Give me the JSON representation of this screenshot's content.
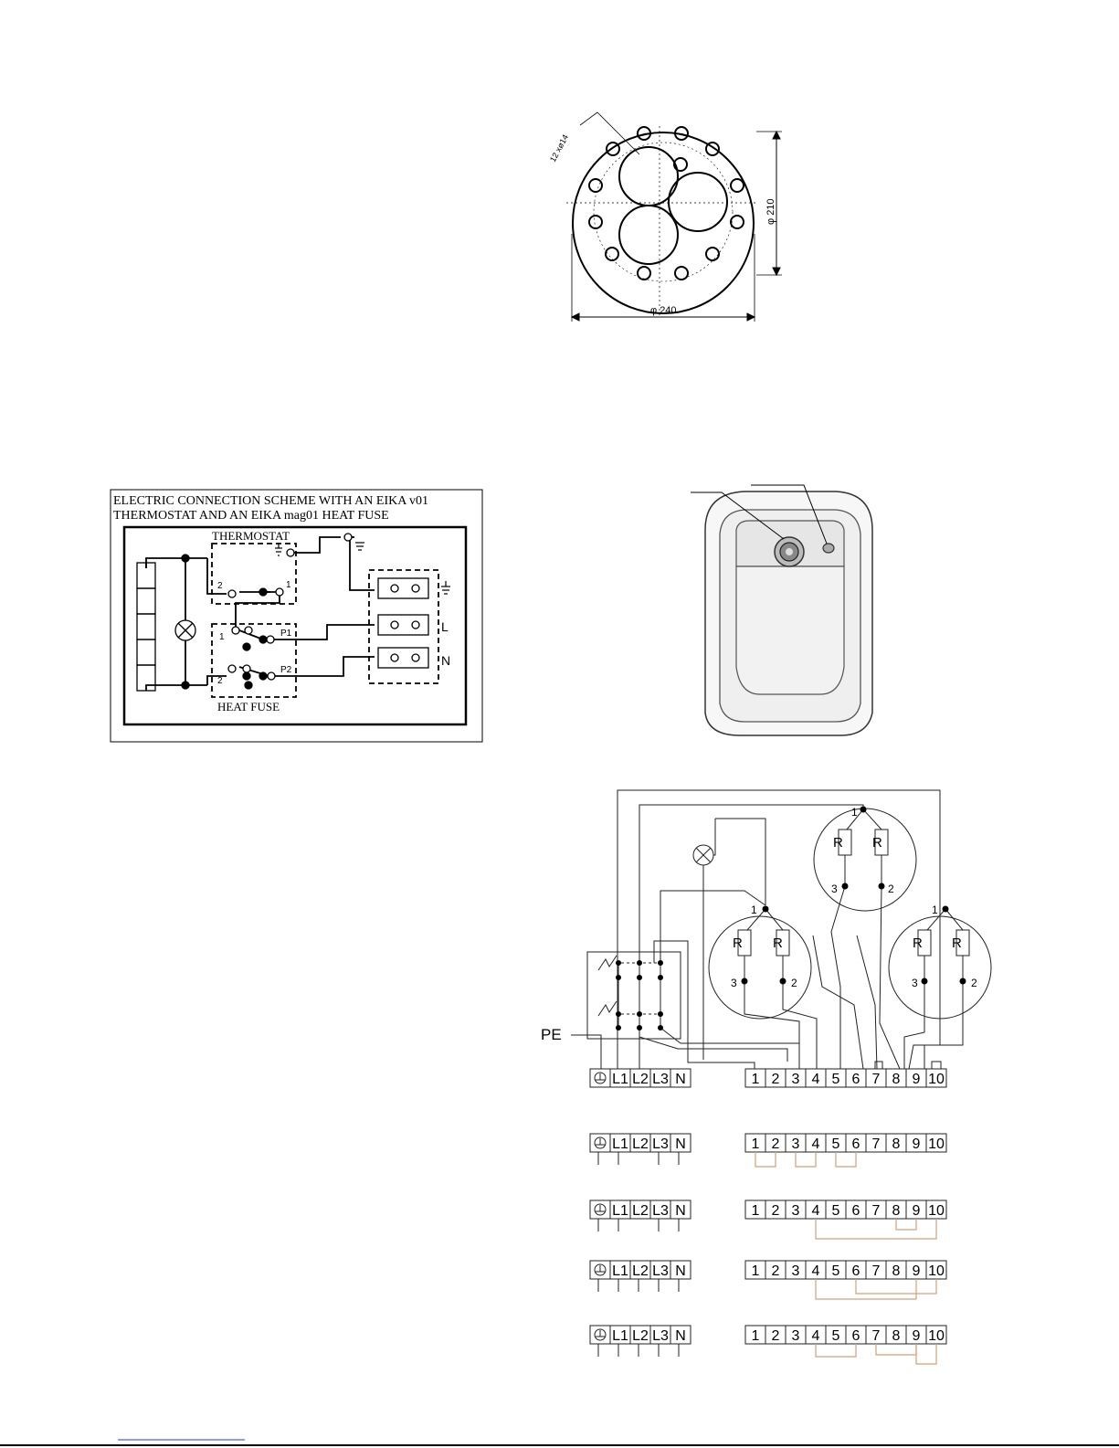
{
  "flange": {
    "holes_label": "12 xø14",
    "inner_dia": "φ 210",
    "outer_dia": "φ 240"
  },
  "scheme": {
    "title_line1": "ELECTRIC CONNECTION SCHEME WITH AN EIKA v01",
    "title_line2": "THERMOSTAT AND AN EIKA mag01 HEAT FUSE",
    "thermostat": "THERMOSTAT",
    "heat_fuse": "HEAT FUSE",
    "n1": "1",
    "n2": "2",
    "p1": "P1",
    "p2": "P2",
    "L": "L",
    "N": "N"
  },
  "wiring": {
    "pe": "PE",
    "r": "R",
    "c1": "1",
    "c2": "2",
    "c3": "3",
    "top_terminals": [
      "L1",
      "L2",
      "L3",
      "N"
    ],
    "num_terminals": [
      "1",
      "2",
      "3",
      "4",
      "5",
      "6",
      "7",
      "8",
      "9",
      "10"
    ],
    "bridge_color": "#d4a07a"
  }
}
